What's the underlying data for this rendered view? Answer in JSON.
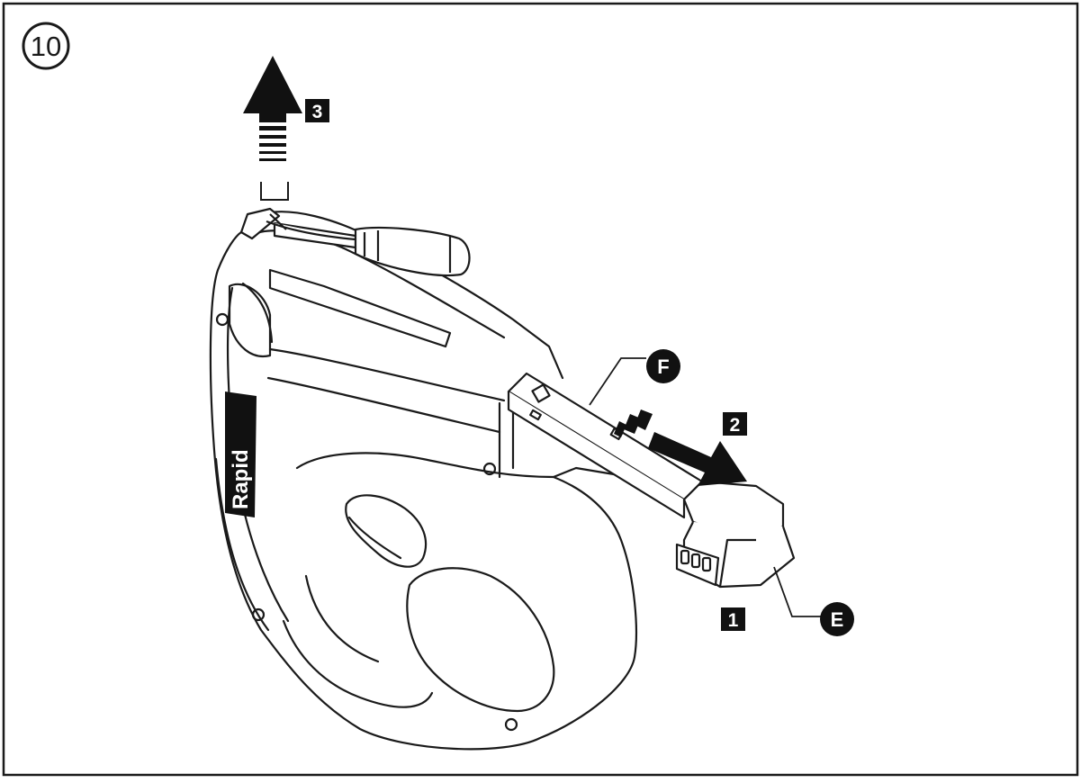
{
  "figure": {
    "step_number": "10",
    "brand": "Rapid"
  },
  "labels": {
    "step1": "1",
    "step2": "2",
    "step3": "3",
    "callout_e": "E",
    "callout_f": "F"
  },
  "colors": {
    "line": "#1a1a1a",
    "badge": "#111111",
    "paper": "#ffffff"
  },
  "icons": {
    "step_circle": "circled-number-icon",
    "arrow_up": "arrow-up-icon",
    "arrow_right": "arrow-right-icon"
  }
}
